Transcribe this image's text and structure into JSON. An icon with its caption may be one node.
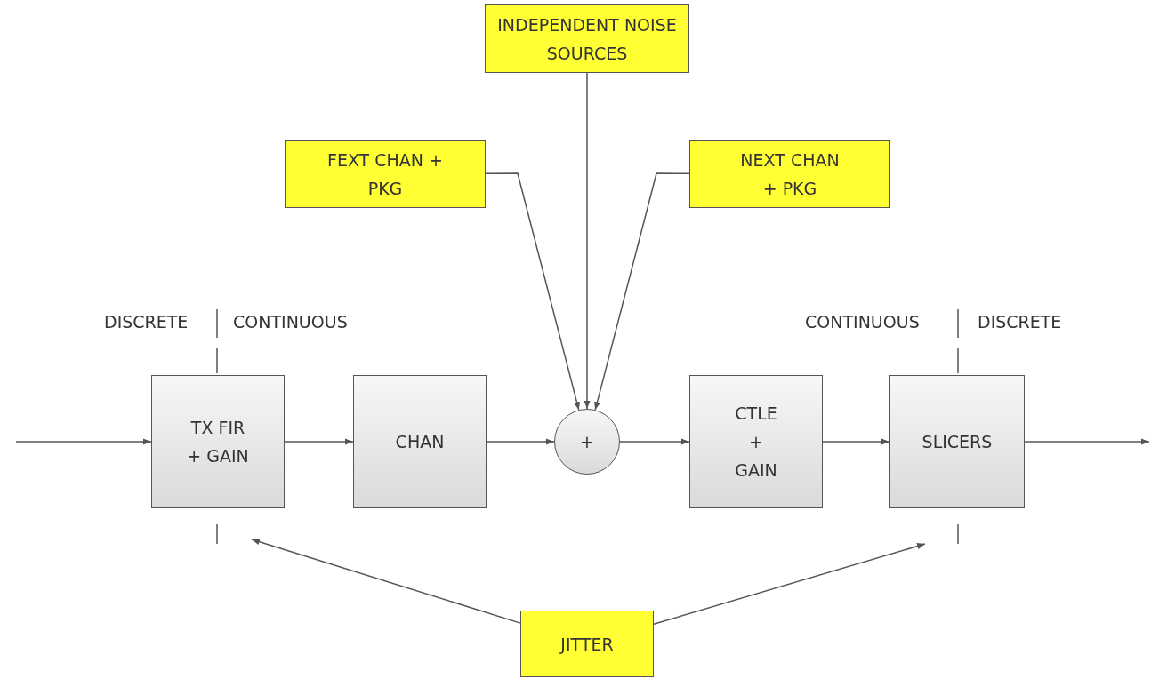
{
  "diagram": {
    "nodes": [
      {
        "text": [
          "INDEPENDENT NOISE SOURCES"
        ]
      },
      {
        "text": [
          "FEXT CHAN + PKG"
        ]
      },
      {
        "text": [
          "NEXT CHAN + PKG"
        ]
      },
      {
        "text": [
          "TX FIR + GAIN"
        ]
      },
      {
        "text": [
          "CHAN"
        ]
      },
      {
        "text": [
          "+"
        ]
      },
      {
        "text": [
          "CTLE + GAIN"
        ]
      },
      {
        "text": [
          "SLICERS"
        ]
      },
      {
        "text": [
          "JITTER"
        ]
      }
    ],
    "edges": [
      {
        "from": null,
        "to": 3,
        "arrow": "to"
      },
      {
        "from": 3,
        "to": 4,
        "arrow": "to"
      },
      {
        "from": 4,
        "to": 5,
        "arrow": "to"
      },
      {
        "from": 5,
        "to": 6,
        "arrow": "to"
      },
      {
        "from": 6,
        "to": 7,
        "arrow": "to"
      },
      {
        "from": 7,
        "to": null,
        "arrow": "to"
      },
      {
        "from": 0,
        "to": 5,
        "arrow": "to"
      },
      {
        "from": 1,
        "to": 5,
        "arrow": "to"
      },
      {
        "from": 2,
        "to": 5,
        "arrow": "to"
      },
      {
        "from": 8,
        "to": null,
        "arrow": "to"
      },
      {
        "from": 8,
        "to": null,
        "arrow": "to"
      }
    ],
    "labels": [
      "DISCRETE",
      "CONTINUOUS",
      "CONTINUOUS",
      "DISCRETE"
    ]
  }
}
